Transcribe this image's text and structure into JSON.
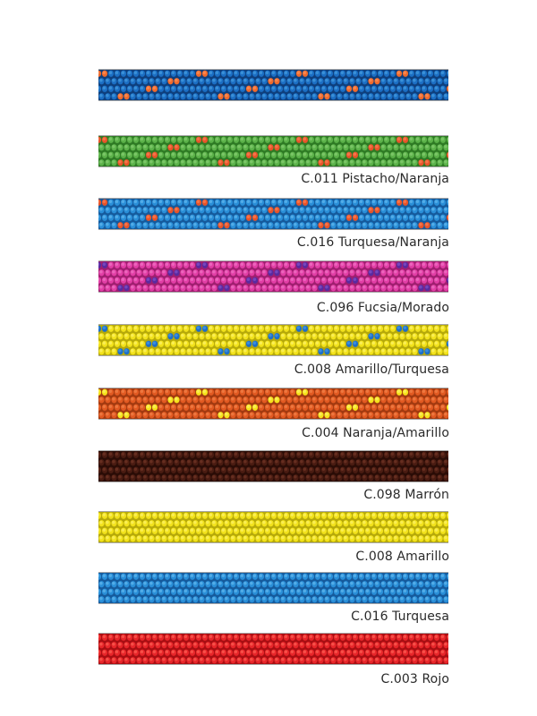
{
  "ropes": [
    {
      "label": "",
      "base": "#1c6fc4",
      "light": "#4fa6e4",
      "dark": "#0e3f7d",
      "accent": "#f06a2c",
      "accent_light": "#ff9a66",
      "pattern": "dots"
    },
    {
      "label": "C.011 Pistacho/Naranja",
      "base": "#5cb24a",
      "light": "#8ed27a",
      "dark": "#2e7a24",
      "accent": "#e8542a",
      "accent_light": "#ff8a5e",
      "pattern": "dots"
    },
    {
      "label": "C.016 Turquesa/Naranja",
      "base": "#2a8fd8",
      "light": "#6ec0f2",
      "dark": "#155a9c",
      "accent": "#e8542a",
      "accent_light": "#ff8a5e",
      "pattern": "dots"
    },
    {
      "label": "C.096 Fucsia/Morado",
      "base": "#e23fa6",
      "light": "#f27fcc",
      "dark": "#a01f70",
      "accent": "#5a2aa0",
      "accent_light": "#8a5ad0",
      "pattern": "dots"
    },
    {
      "label": "C.008 Amarillo/Turquesa",
      "base": "#f2e21c",
      "light": "#fff77a",
      "dark": "#b6a90a",
      "accent": "#1e6fc8",
      "accent_light": "#4aa0f0",
      "pattern": "dots"
    },
    {
      "label": "C.004 Naranja/Amarillo",
      "base": "#e25a22",
      "light": "#f58a54",
      "dark": "#a23a10",
      "accent": "#f6e21c",
      "accent_light": "#fff77a",
      "pattern": "dots"
    },
    {
      "label": "C.098 Marrón",
      "base": "#4a1c12",
      "light": "#7a3a2a",
      "dark": "#2a0c06",
      "accent": "",
      "accent_light": "",
      "pattern": "plain"
    },
    {
      "label": "C.008 Amarillo",
      "base": "#f2e21c",
      "light": "#fff77a",
      "dark": "#b6a90a",
      "accent": "",
      "accent_light": "",
      "pattern": "plain"
    },
    {
      "label": "C.016 Turquesa",
      "base": "#2a8fd8",
      "light": "#6ec0f2",
      "dark": "#155a9c",
      "accent": "",
      "accent_light": "",
      "pattern": "plain"
    },
    {
      "label": "C.003 Rojo",
      "base": "#e8262a",
      "light": "#ff6a5e",
      "dark": "#a80e12",
      "accent": "",
      "accent_light": "",
      "pattern": "plain"
    }
  ]
}
